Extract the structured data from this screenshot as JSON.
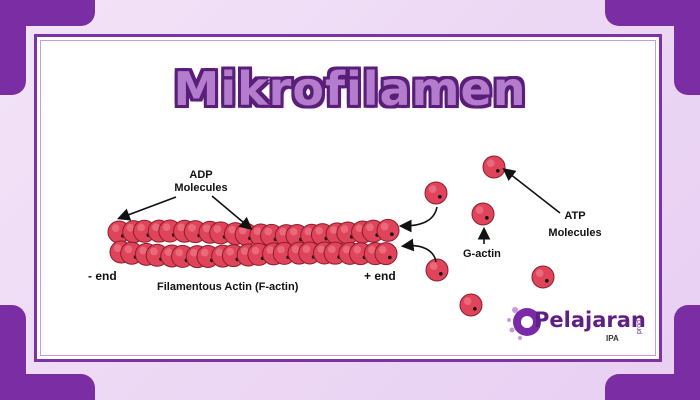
{
  "title": "Mikrofilamen",
  "labels": {
    "adp": [
      "ADP",
      "Molecules"
    ],
    "minus_end": "- end",
    "plus_end": "+ end",
    "f_actin": "Filamentous Actin (F-actin)",
    "g_actin": "G-actin",
    "atp": [
      "ATP",
      "Molecules"
    ]
  },
  "logo": {
    "word": "Pelajaran",
    "sub": "IPA",
    "tag": "prod"
  },
  "colors": {
    "frame": "#7d33a8",
    "title_fill": "#b37ccc",
    "title_outline": "#5a1d7a",
    "actin": "#e0445a",
    "actin_stroke": "#8e1c2b"
  }
}
